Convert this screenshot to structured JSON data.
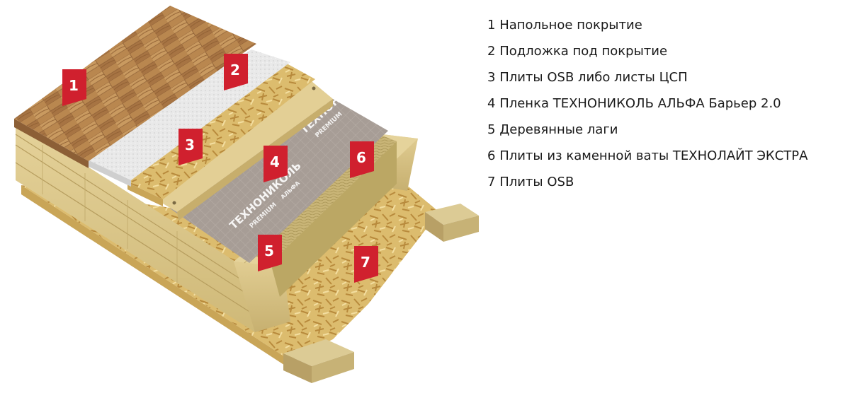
{
  "legend": [
    {
      "num": "1",
      "label": "Напольное покрытие"
    },
    {
      "num": "2",
      "label": "Подложка под покрытие"
    },
    {
      "num": "3",
      "label": "Плиты OSB либо листы ЦСП"
    },
    {
      "num": "4",
      "label": "Пленка ТЕХНОНИКОЛЬ АЛЬФА Барьер 2.0"
    },
    {
      "num": "5",
      "label": "Деревянные лаги"
    },
    {
      "num": "6",
      "label": "Плиты из каменной ваты ТЕХНОЛАЙТ ЭКСТРА"
    },
    {
      "num": "7",
      "label": "Плиты OSB"
    }
  ],
  "markers": [
    "1",
    "2",
    "3",
    "4",
    "5",
    "6",
    "7"
  ],
  "film_print": [
    "ТЕХНОНИКОЛЬ",
    "PREMIUM",
    "АЛЬФА"
  ],
  "colors": {
    "marker": "#d0202e",
    "laminate": "#b5834f",
    "underlay": "#e6e6e6",
    "osb": "#d9b86a",
    "film": "#a59b94",
    "wool": "#c6b170",
    "joist": "#d8c489"
  }
}
